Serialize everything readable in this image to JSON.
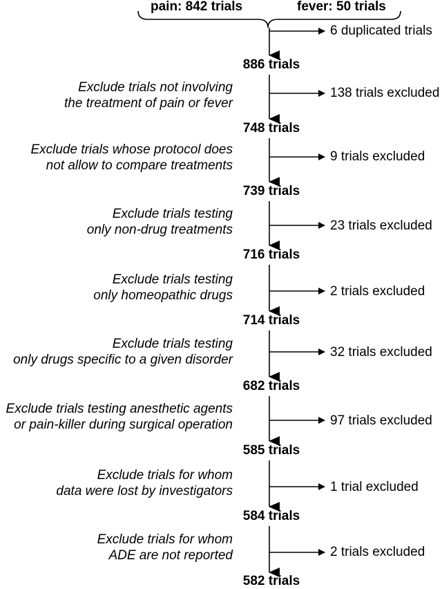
{
  "sources": [
    {
      "label": "pain: 842 trials"
    },
    {
      "label": "fever: 50 trials"
    }
  ],
  "duplicates": "6 duplicated trials",
  "steps": [
    {
      "count": "886 trials",
      "criterion": [
        "Exclude trials not involving",
        "the treatment of pain or fever"
      ],
      "excluded": "138 trials excluded"
    },
    {
      "count": "748 trials",
      "criterion": [
        "Exclude trials whose protocol does",
        "not allow to compare treatments"
      ],
      "excluded": "9 trials excluded"
    },
    {
      "count": "739 trials",
      "criterion": [
        "Exclude trials testing",
        "only non-drug treatments"
      ],
      "excluded": "23 trials excluded"
    },
    {
      "count": "716 trials",
      "criterion": [
        "Exclude trials testing",
        "only homeopathic drugs"
      ],
      "excluded": "2 trials excluded"
    },
    {
      "count": "714 trials",
      "criterion": [
        "Exclude trials testing",
        "only drugs specific to a given disorder"
      ],
      "excluded": "32 trials excluded"
    },
    {
      "count": "682 trials",
      "criterion": [
        "Exclude trials testing anesthetic agents",
        "or pain-killer during surgical operation"
      ],
      "excluded": "97 trials excluded"
    },
    {
      "count": "585 trials",
      "criterion": [
        "Exclude trials for whom",
        "data were lost by investigators"
      ],
      "excluded": "1 trial excluded"
    },
    {
      "count": "584 trials",
      "criterion": [
        "Exclude trials for whom",
        "ADE are not reported"
      ],
      "excluded": "2 trials excluded"
    }
  ],
  "final": "582 trials"
}
